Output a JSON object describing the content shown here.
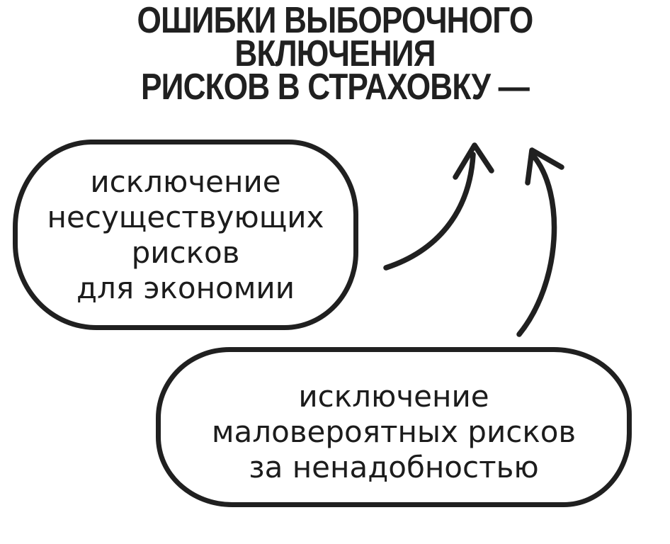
{
  "colors": {
    "ink": "#202020",
    "paper": "#ffffff"
  },
  "title": {
    "lines": [
      "ОШИБКИ ВЫБОРОЧНОГО",
      "ВКЛЮЧЕНИЯ",
      "РИСКОВ В СТРАХОВКУ —"
    ]
  },
  "bubbles": [
    {
      "lines": [
        "исключение",
        "несуществующих",
        "рисков",
        "для экономии"
      ]
    },
    {
      "lines": [
        "исключение",
        "маловероятных рисков",
        "за ненадобностью"
      ]
    }
  ],
  "arrows": [
    {
      "icon": "curved-up-arrow-icon",
      "from": "left bubble",
      "to": "title"
    },
    {
      "icon": "curved-up-arrow-icon",
      "from": "bottom bubble",
      "to": "title"
    }
  ]
}
